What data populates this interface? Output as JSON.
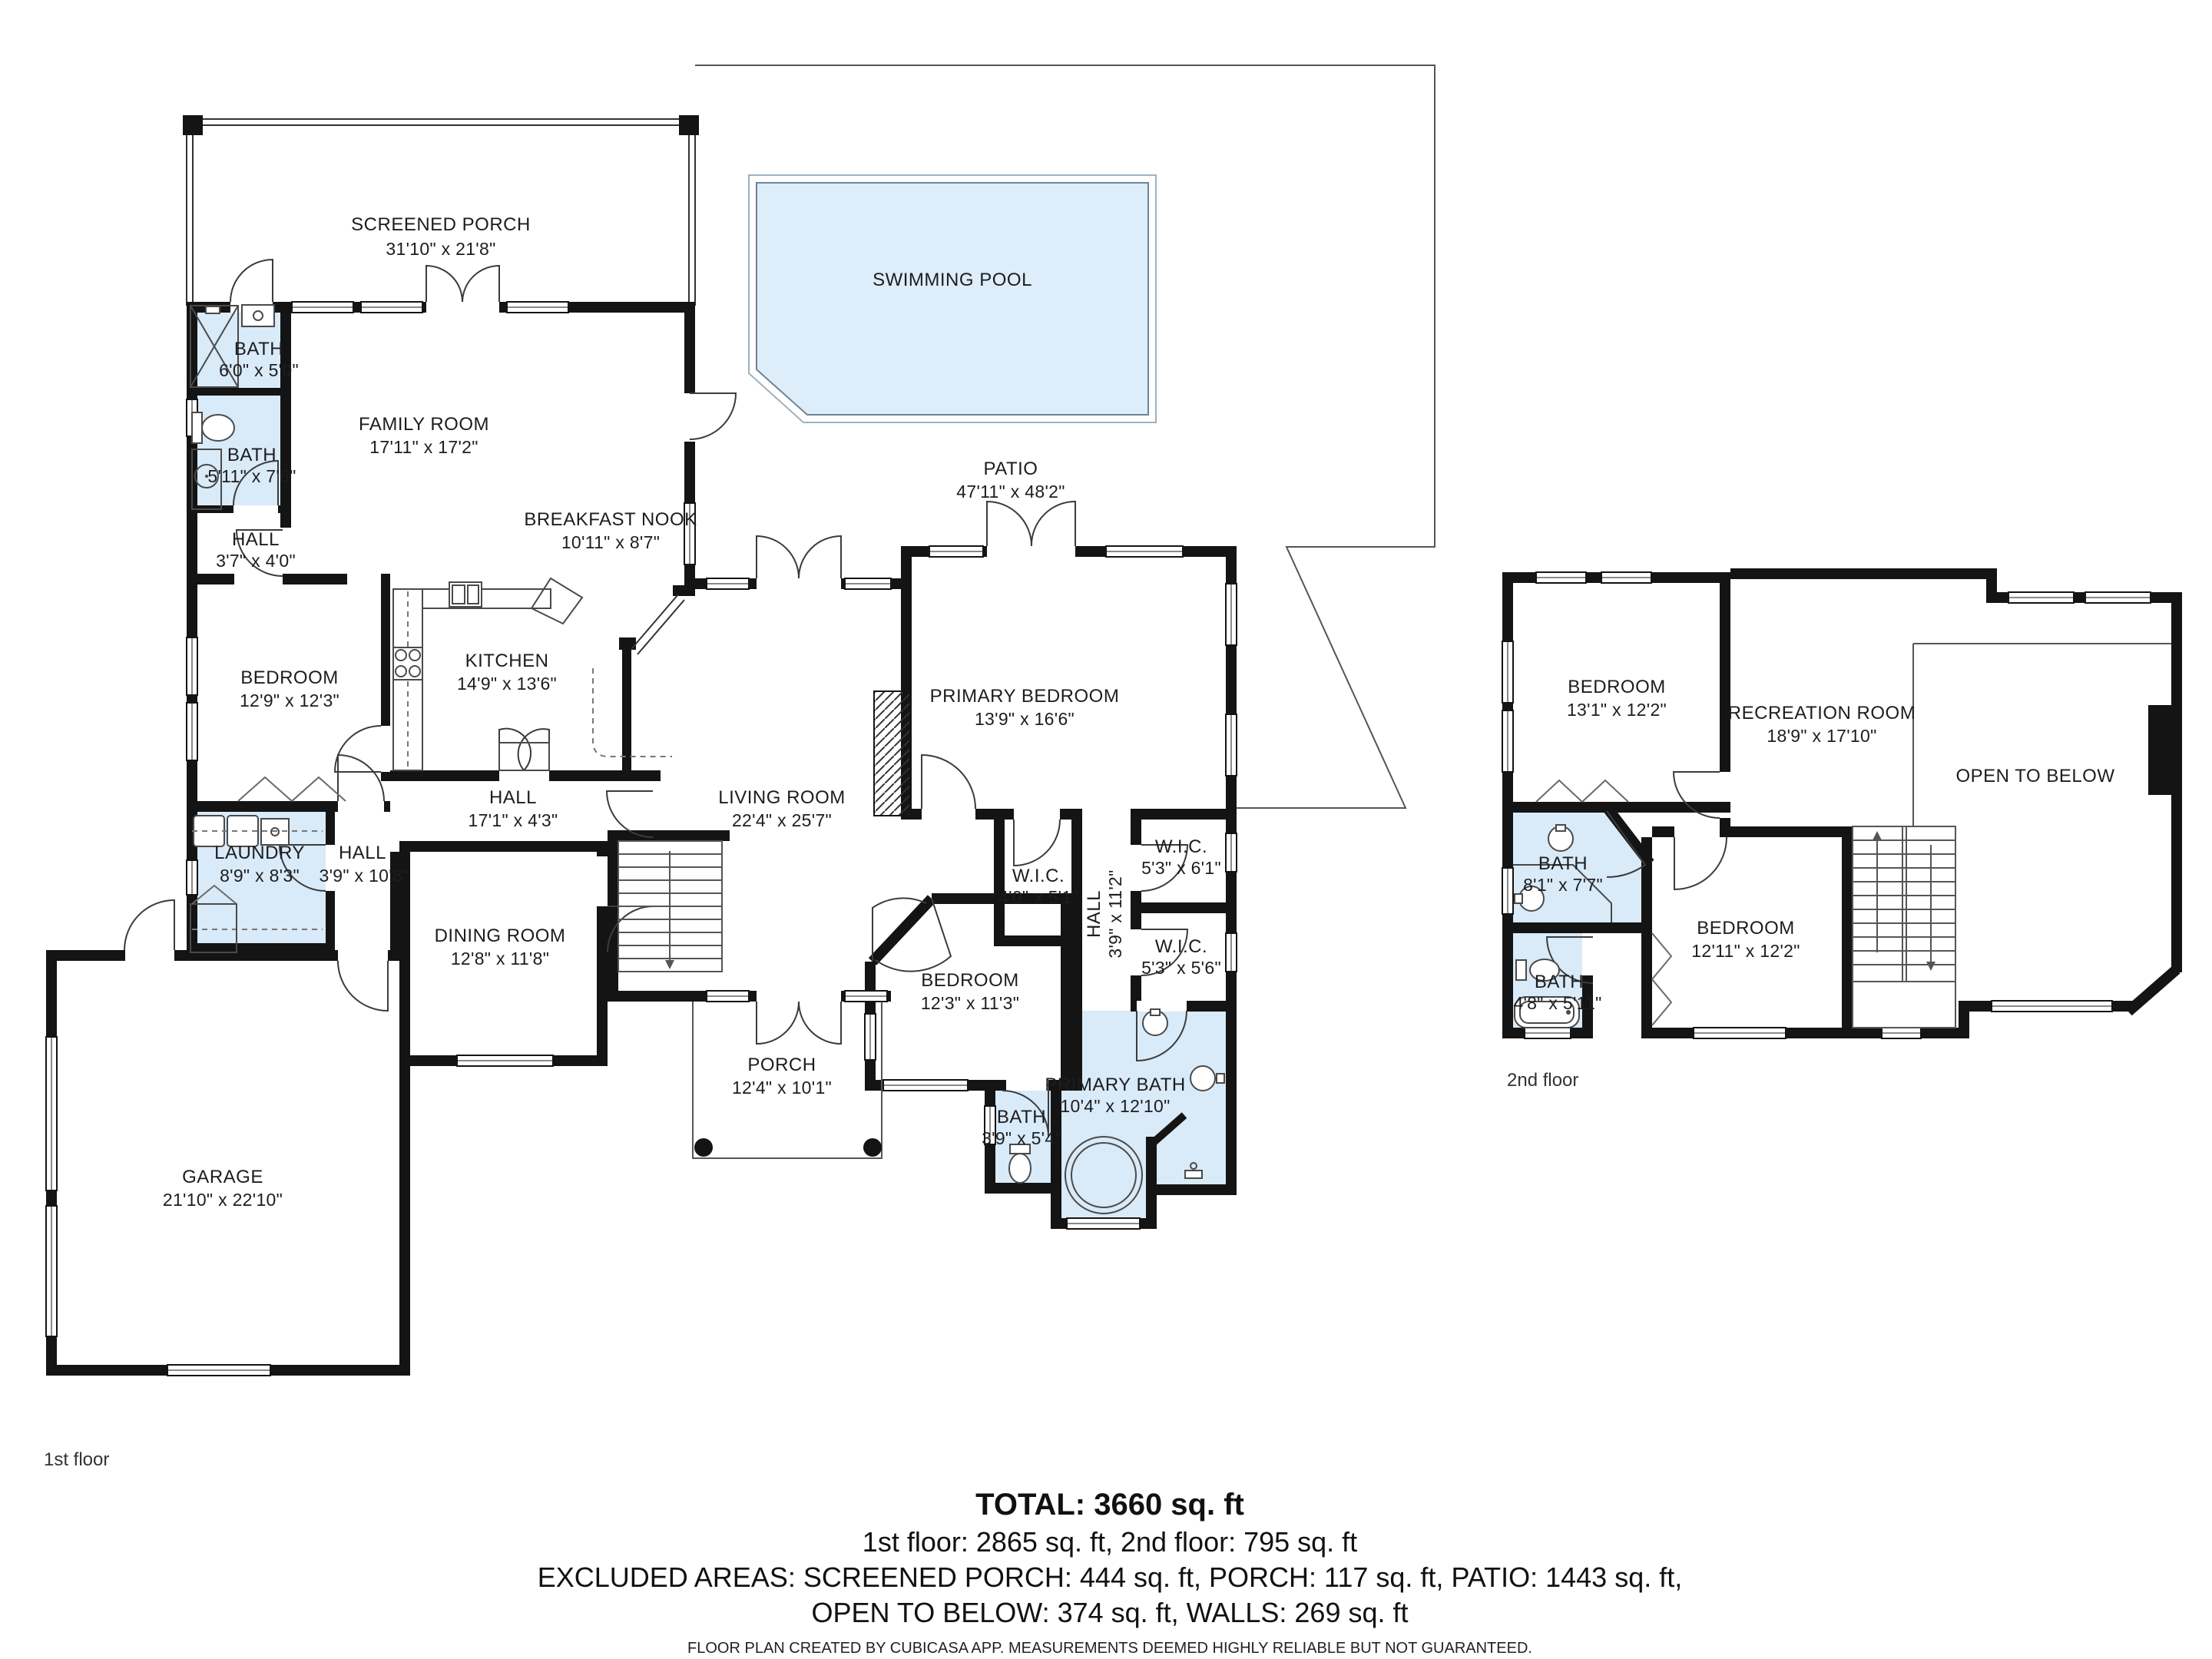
{
  "floor1": {
    "label": "1st floor",
    "rooms": {
      "screened_porch": {
        "name": "SCREENED PORCH",
        "dims": "31'10\" x 21'8\""
      },
      "family_room": {
        "name": "FAMILY ROOM",
        "dims": "17'11\" x 17'2\""
      },
      "breakfast_nook": {
        "name": "BREAKFAST NOOK",
        "dims": "10'11\" x 8'7\""
      },
      "bath_shower": {
        "name": "BATH",
        "dims": "6'0\" x 5'0\""
      },
      "bath_main": {
        "name": "BATH",
        "dims": "5'11\" x 7'6\""
      },
      "hall_small": {
        "name": "HALL",
        "dims": "3'7\" x 4'0\""
      },
      "bedroom_left": {
        "name": "BEDROOM",
        "dims": "12'9\" x 12'3\""
      },
      "kitchen": {
        "name": "KITCHEN",
        "dims": "14'9\" x 13'6\""
      },
      "hall_main": {
        "name": "HALL",
        "dims": "17'1\" x 4'3\""
      },
      "laundry": {
        "name": "LAUNDRY",
        "dims": "8'9\" x 8'3\""
      },
      "hall_laundry": {
        "name": "HALL",
        "dims": "3'9\" x 10'8\""
      },
      "dining_room": {
        "name": "DINING ROOM",
        "dims": "12'8\" x 11'8\""
      },
      "garage": {
        "name": "GARAGE",
        "dims": "21'10\" x 22'10\""
      },
      "living_room": {
        "name": "LIVING ROOM",
        "dims": "22'4\" x 25'7\""
      },
      "primary_bedroom": {
        "name": "PRIMARY BEDROOM",
        "dims": "13'9\" x 16'6\""
      },
      "wic_a": {
        "name": "W.I.C.",
        "dims": "4'0\" x 5'1\""
      },
      "wic_b": {
        "name": "W.I.C.",
        "dims": "5'3\" x 6'1\""
      },
      "wic_c": {
        "name": "W.I.C.",
        "dims": "5'3\" x 5'6\""
      },
      "hall_bedroom": {
        "name": "HALL",
        "dims": "3'9\" x 11'2\""
      },
      "bedroom_front": {
        "name": "BEDROOM",
        "dims": "12'3\" x 11'3\""
      },
      "porch": {
        "name": "PORCH",
        "dims": "12'4\" x 10'1\""
      },
      "bath_front": {
        "name": "BATH",
        "dims": "3'9\" x 5'4\""
      },
      "primary_bath": {
        "name": "PRIMARY BATH",
        "dims": "10'4\" x 12'10\""
      }
    },
    "outdoor": {
      "pool": {
        "name": "SWIMMING POOL"
      },
      "patio": {
        "name": "PATIO",
        "dims": "47'11\" x 48'2\""
      }
    }
  },
  "floor2": {
    "label": "2nd floor",
    "rooms": {
      "bedroom_left": {
        "name": "BEDROOM",
        "dims": "13'1\" x 12'2\""
      },
      "recreation_room": {
        "name": "RECREATION ROOM",
        "dims": "18'9\" x 17'10\""
      },
      "open_to_below": {
        "name": "OPEN TO BELOW"
      },
      "bath_large": {
        "name": "BATH",
        "dims": "8'1\" x 7'7\""
      },
      "bath_small": {
        "name": "BATH",
        "dims": "4'8\" x 5'11\""
      },
      "bedroom_right": {
        "name": "BEDROOM",
        "dims": "12'11\" x 12'2\""
      }
    }
  },
  "summary": {
    "total": "TOTAL: 3660 sq. ft",
    "floors": "1st floor: 2865 sq. ft, 2nd floor: 795 sq. ft",
    "excluded_line1": "EXCLUDED AREAS: SCREENED PORCH: 444 sq. ft, PORCH: 117 sq. ft, PATIO: 1443 sq. ft,",
    "excluded_line2": "OPEN TO BELOW: 374 sq. ft, WALLS: 269 sq. ft",
    "disclaimer": "FLOOR PLAN CREATED BY CUBICASA APP. MEASUREMENTS DEEMED HIGHLY RELIABLE BUT NOT GUARANTEED."
  },
  "colors": {
    "wall": "#141414",
    "wet_area": "#d9eaf8",
    "pool_fill": "#ddeefa",
    "text": "#1d1d1f"
  }
}
